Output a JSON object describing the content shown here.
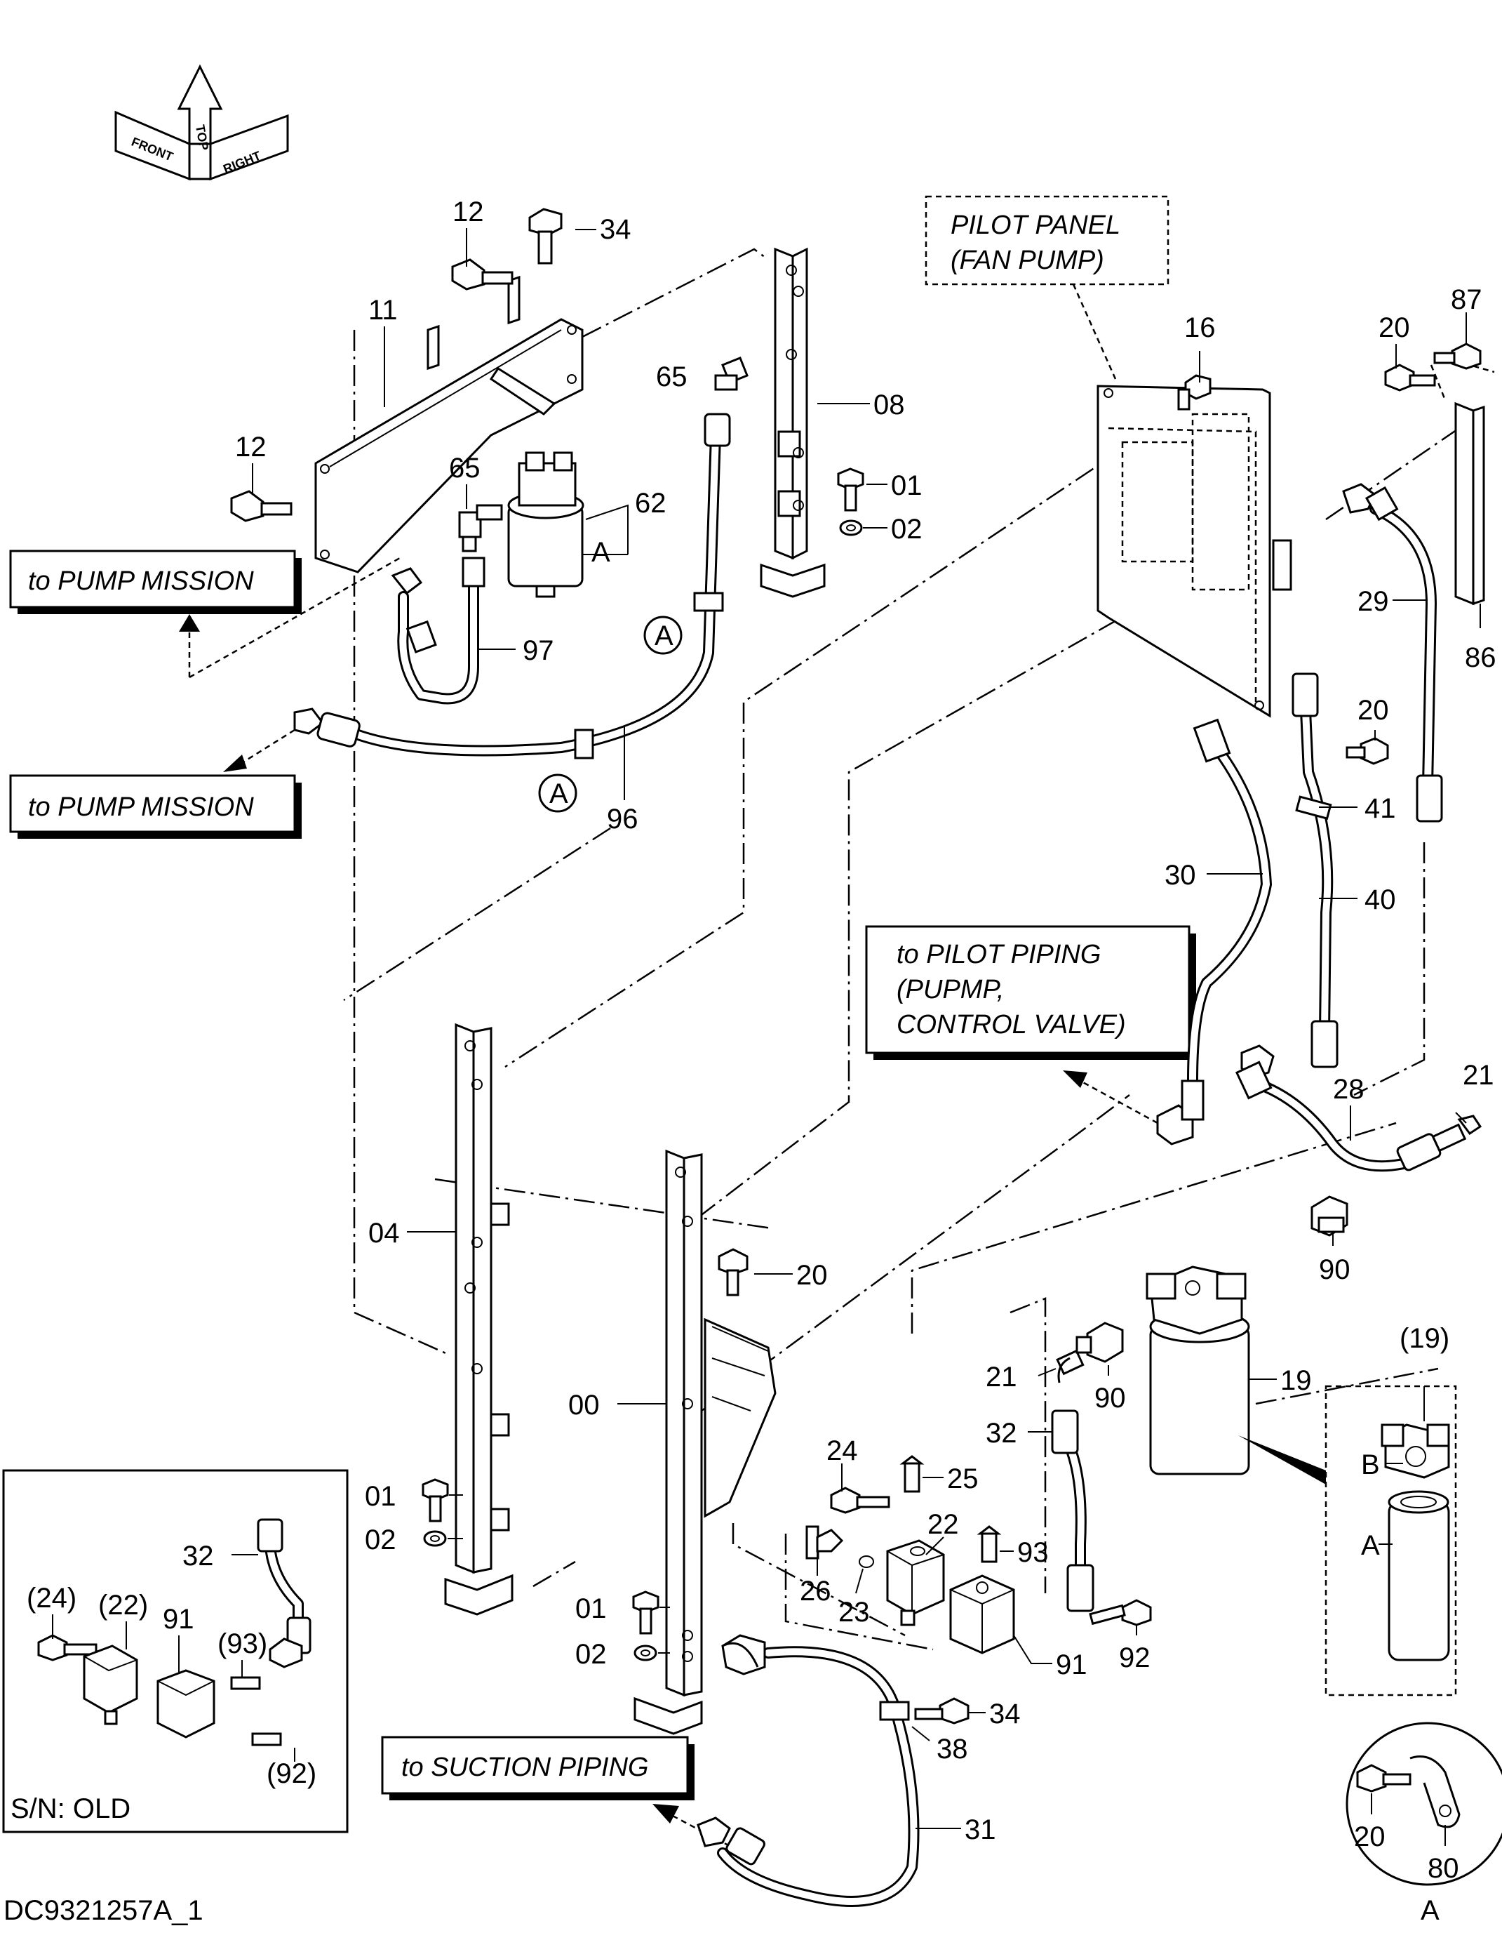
{
  "orientation": {
    "top": "TOP",
    "front": "FRONT",
    "right": "RIGHT"
  },
  "notes": {
    "pilot_panel_line1": "PILOT  PANEL",
    "pilot_panel_line2": "(FAN PUMP)",
    "pump_mission_1": "to PUMP MISSION",
    "pump_mission_2": "to PUMP MISSION",
    "pilot_piping_line1": "to PILOT PIPING",
    "pilot_piping_line2": "(PUPMP,",
    "pilot_piping_line3": "CONTROL VALVE)",
    "suction_piping": "to SUCTION PIPING"
  },
  "callouts": {
    "c12a": "12",
    "c34a": "34",
    "c11": "11",
    "c65a": "65",
    "c08": "08",
    "c12b": "12",
    "c65b": "65",
    "c62": "62",
    "c01a": "01",
    "c02a": "02",
    "cA_filter": "A",
    "c97": "97",
    "c96": "96",
    "c16": "16",
    "c20a": "20",
    "c87": "87",
    "c29": "29",
    "c86": "86",
    "c20b": "20",
    "c41": "41",
    "c30": "30",
    "c40": "40",
    "c28": "28",
    "c21a": "21",
    "c90a": "90",
    "c04": "04",
    "c20c": "20",
    "c00": "00",
    "c21b": "21",
    "c90b": "90",
    "c19": "19",
    "c32": "32",
    "c24": "24",
    "c25": "25",
    "c22": "22",
    "c93": "93",
    "c26": "26",
    "c23": "23",
    "c01b": "01",
    "c02b": "02",
    "c01c": "01",
    "c02c": "02",
    "c91": "91",
    "c92": "92",
    "c34b": "34",
    "c38": "38",
    "c31": "31",
    "c20d": "20",
    "c80": "80"
  },
  "circle_refs": {
    "a1": "A",
    "a2": "A"
  },
  "filter_detail": {
    "title": "(19)",
    "label_b": "B",
    "label_a": "A"
  },
  "clamp_detail": {
    "label": "A"
  },
  "old_sn_inset": {
    "title": "S/N: OLD",
    "c32": "32",
    "c24": "(24)",
    "c22": "(22)",
    "c91": "91",
    "c93": "(93)",
    "c92": "(92)"
  },
  "drawing_id": "DC9321257A_1"
}
